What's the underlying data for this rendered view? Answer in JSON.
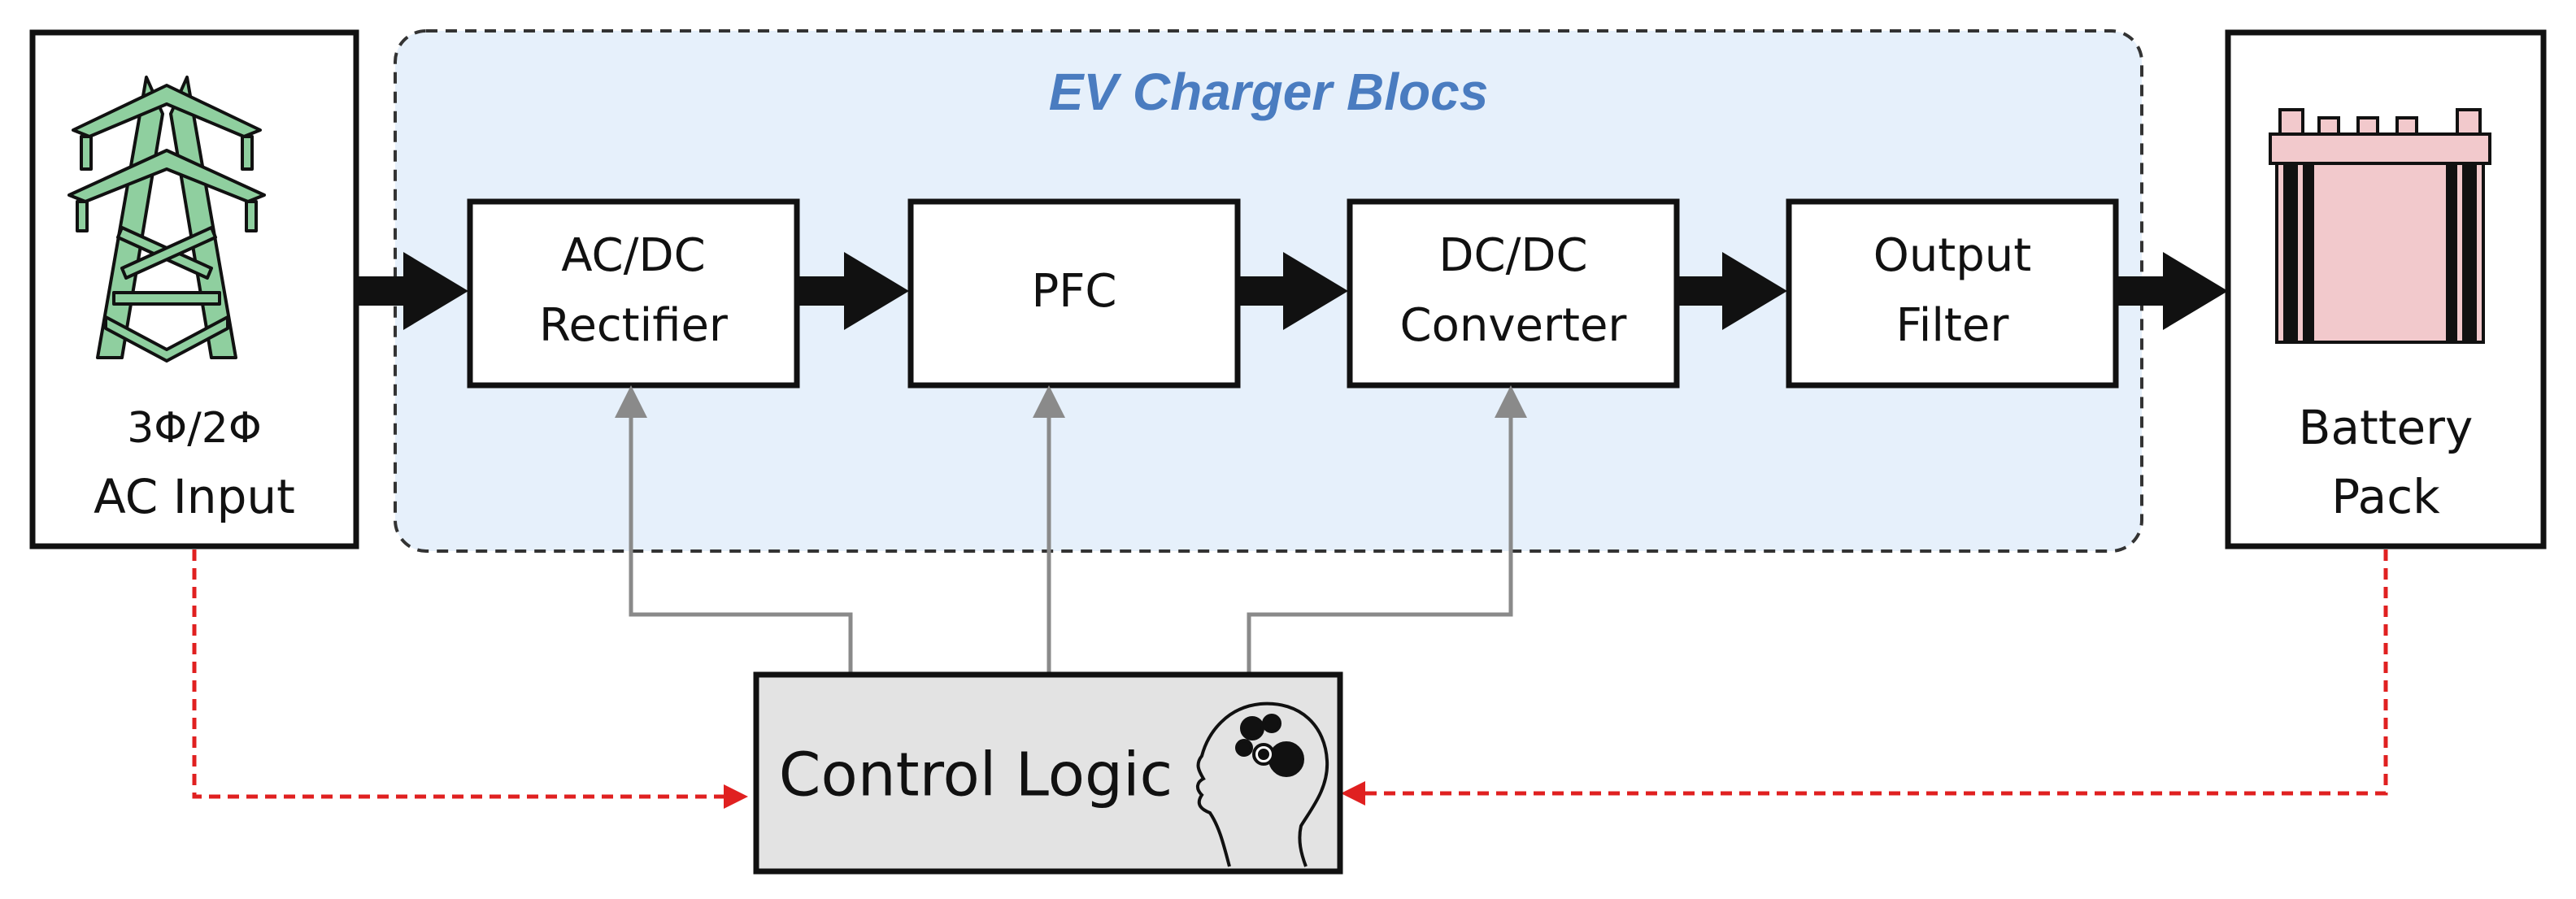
{
  "title": "EV Charger Blocs",
  "colors": {
    "title": "#4a7cc0",
    "region_fill": "#e6f0fb",
    "tower": "#8fcf9f",
    "battery_body": "#f2c9cc",
    "control_fill": "#e3e3e3",
    "control_signal": "#8a8a8a",
    "feedback": "#e02020",
    "power_arrow": "#111111"
  },
  "input_block": {
    "line1": "3Φ/2Φ",
    "line2": "AC Input",
    "icon": "power-tower-icon"
  },
  "output_block": {
    "line1": "Battery",
    "line2": "Pack",
    "icon": "battery-icon"
  },
  "stages": [
    {
      "line1": "AC/DC",
      "line2": "Rectifier"
    },
    {
      "line1": "PFC",
      "line2": ""
    },
    {
      "line1": "DC/DC",
      "line2": "Converter"
    },
    {
      "line1": "Output",
      "line2": "Filter"
    }
  ],
  "control": {
    "label": "Control Logic",
    "icon": "brain-gears-icon"
  }
}
